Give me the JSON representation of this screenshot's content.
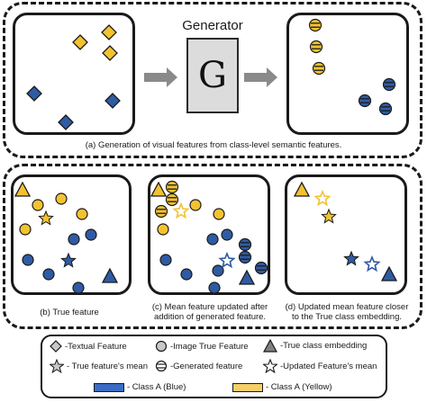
{
  "generator": {
    "label": "Generator",
    "letter": "G"
  },
  "captions": {
    "top": "(a) Generation of visual features from class-level semantic features.",
    "b": "(b) True feature",
    "c_line1": "(c) Mean feature updated after",
    "c_line2": "addition of generated feature.",
    "d_line1": "(d) Updated mean feature closer",
    "d_line2": "to the True class embedding."
  },
  "legend": {
    "textual": "-Textual Feature",
    "image_true": "-Image True Feature",
    "true_embed": "-True class embedding",
    "true_mean": "- True feature's mean",
    "generated": "-Generated feature",
    "updated_mean": "-Updated Feature's mean",
    "class_blue": "- Class A (Blue)",
    "class_yellow": "- Class A (Yellow)"
  },
  "colors": {
    "yellow": "#f2c230",
    "blue": "#2f5ba3",
    "outline": "#1a1a1a",
    "gray_arrow": "#8a8a8a",
    "legend_gray": "#b8b8b8"
  },
  "icons": {
    "arrow": "right-arrow-icon",
    "diamond": "diamond-icon",
    "circle": "circle-icon",
    "triangle": "triangle-icon",
    "star": "star-icon",
    "striped_circle": "striped-circle-icon"
  }
}
